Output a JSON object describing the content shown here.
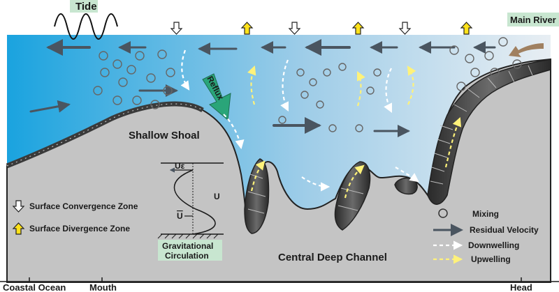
{
  "title_tide": "Tide",
  "title_main_river": "Main River",
  "label_reflux": "Reflux",
  "label_shallow_shoal": "Shallow Shoal",
  "label_central_deep_channel": "Central Deep Channel",
  "legend_left": {
    "convergence": "Surface Convergence Zone",
    "divergence": "Surface Divergence Zone"
  },
  "legend_right": {
    "mixing": "Mixing",
    "residual": "Residual Velocity",
    "downwelling": "Downwelling",
    "upwelling": "Upwelling"
  },
  "inset": {
    "ue_label": "Uε",
    "ubar_label": "U",
    "u_label": "U",
    "caption_line1": "Gravitational",
    "caption_line2": "Circulation"
  },
  "axis_labels": {
    "coastal_ocean": "Coastal Ocean",
    "mouth": "Mouth",
    "head": "Head"
  },
  "colors": {
    "water_left": "#1aa3df",
    "water_right": "#e8eef3",
    "land": "#c4c4c4",
    "residual_arrow": "#4a5560",
    "upwelling": "#fff27a",
    "divergence_marker": "#ffe21a",
    "reflux": "#2aa579",
    "river": "#a08060",
    "label_box": "#c8e6d0"
  }
}
